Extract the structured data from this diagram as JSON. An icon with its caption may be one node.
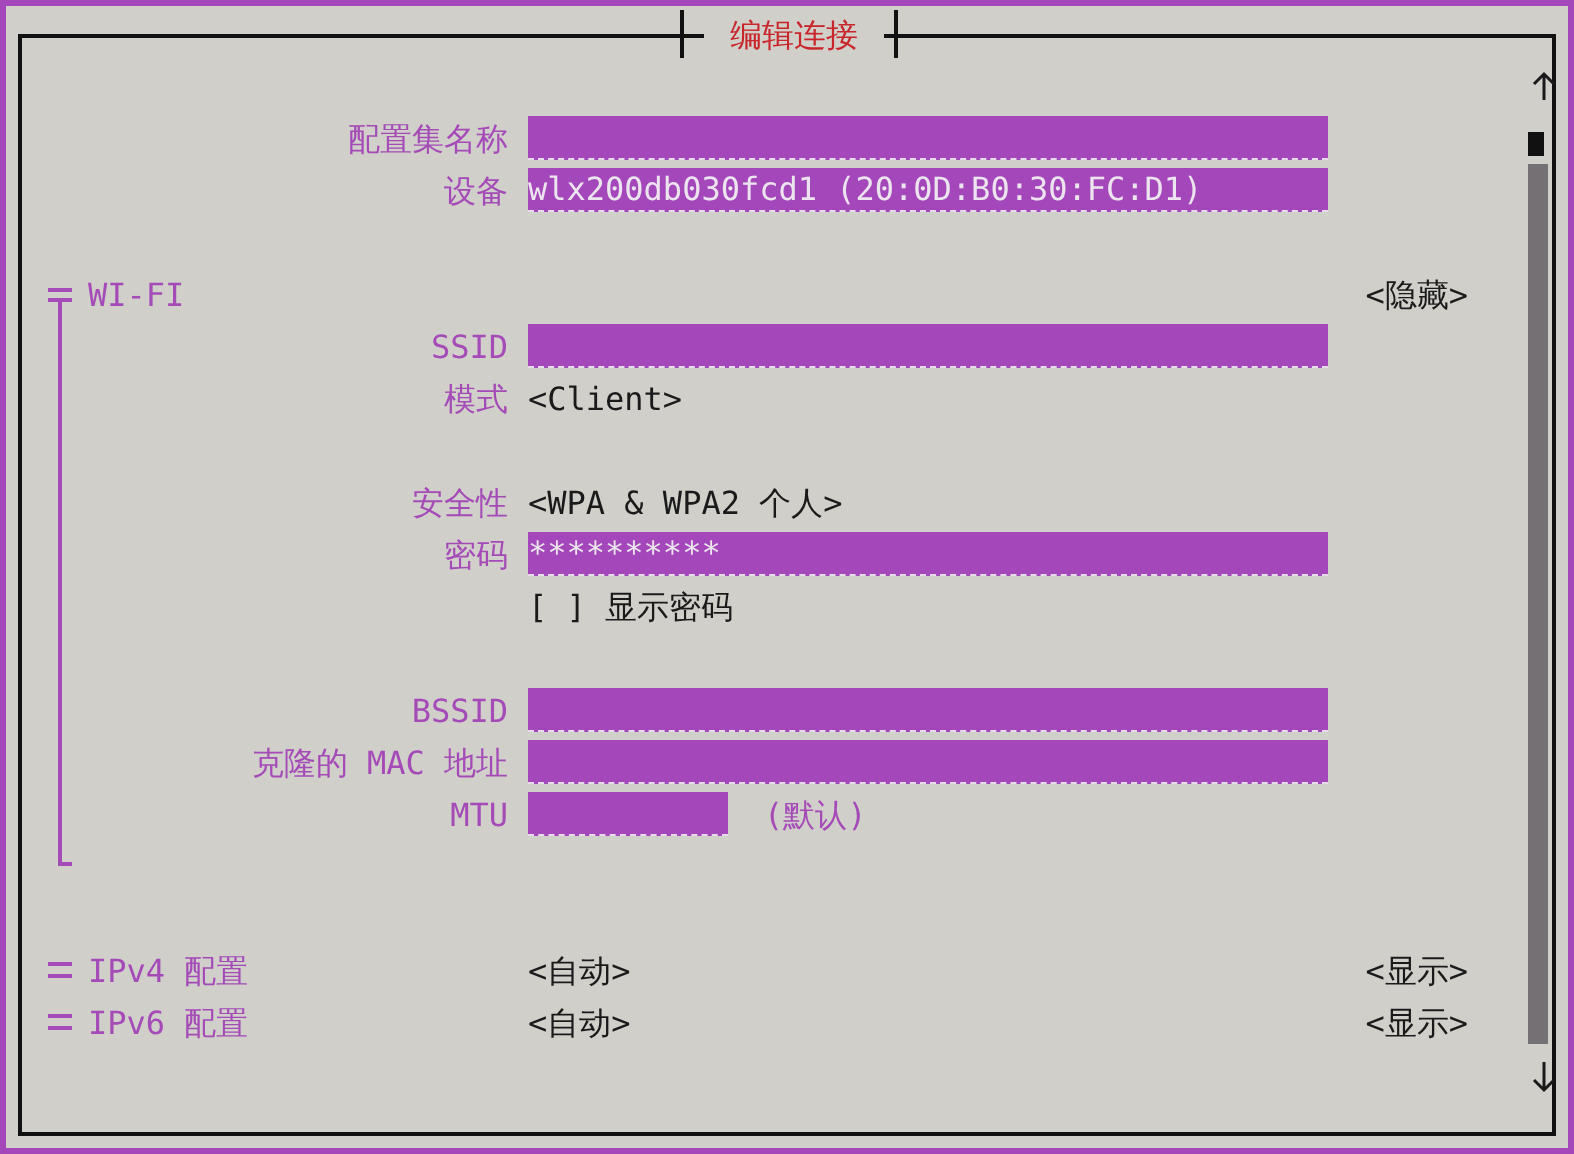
{
  "diagram": {
    "title": "编辑连接",
    "nodes": [
      {
        "text": [],
        "shape": "box",
        "beside": [
          "配置集名称"
        ]
      },
      {
        "text": [
          "wlx200db030fcd1 (20:0D:B0:30:FC:D1)"
        ],
        "beside": [
          "设备"
        ]
      },
      {
        "text": [],
        "shape": "box",
        "beside": [
          "SSID"
        ]
      },
      {
        "text": [
          "**********"
        ],
        "beside": [
          "密码"
        ]
      },
      {
        "text": [],
        "shape": "box",
        "beside": [
          "BSSID"
        ]
      },
      {
        "text": [],
        "shape": "box",
        "beside": [
          "克隆的 MAC 地址"
        ]
      },
      {
        "text": [],
        "shape": "box",
        "beside": [
          "MTU"
        ]
      }
    ],
    "edges": [],
    "labels": [
      "WI-FI",
      "<隐藏>",
      "模式",
      "<Client>",
      "安全性",
      "<WPA & WPA2 个人>",
      "[ ] 显示密码",
      "(默认)",
      "IPv4 配置",
      "<自动>",
      "<显示>",
      "IPv6 配置",
      "<自动>",
      "<显示>"
    ]
  }
}
